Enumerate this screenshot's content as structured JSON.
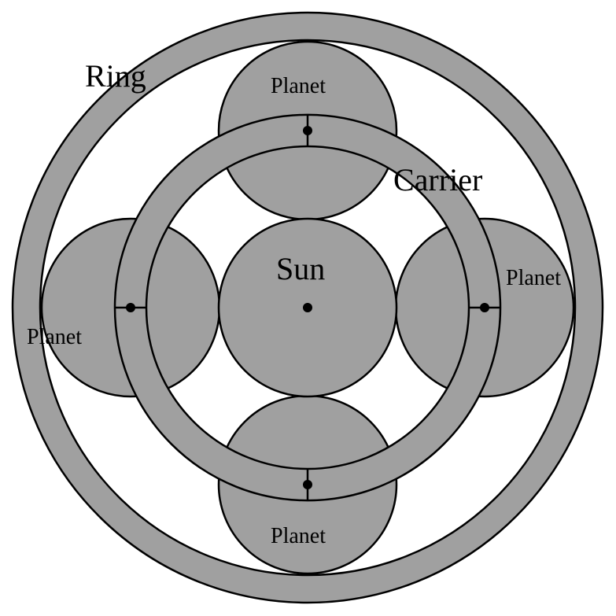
{
  "labels": {
    "ring": "Ring",
    "carrier": "Carrier",
    "sun": "Sun",
    "planet_top": "Planet",
    "planet_right": "Planet",
    "planet_bottom": "Planet",
    "planet_left": "Planet"
  },
  "colors": {
    "fill": "#a0a0a0",
    "stroke": "#000000",
    "background": "#ffffff"
  }
}
